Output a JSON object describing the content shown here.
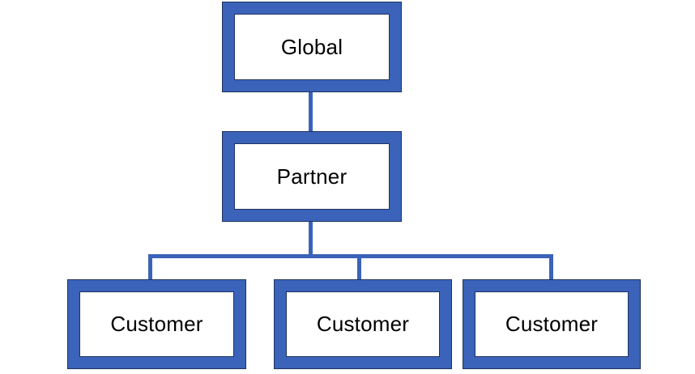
{
  "diagram": {
    "type": "hierarchy",
    "colors": {
      "node_fill": "#3a63b9",
      "node_outline": "#1f3360",
      "inner_fill": "#ffffff",
      "connector": "#3a63b9",
      "text": "#000000"
    },
    "nodes": [
      {
        "id": "global",
        "label": "Global",
        "level": 0
      },
      {
        "id": "partner",
        "label": "Partner",
        "level": 1,
        "parent": "global"
      },
      {
        "id": "customer-1",
        "label": "Customer",
        "level": 2,
        "parent": "partner"
      },
      {
        "id": "customer-2",
        "label": "Customer",
        "level": 2,
        "parent": "partner"
      },
      {
        "id": "customer-3",
        "label": "Customer",
        "level": 2,
        "parent": "partner"
      }
    ],
    "edges": [
      {
        "from": "global",
        "to": "partner"
      },
      {
        "from": "partner",
        "to": "customer-1"
      },
      {
        "from": "partner",
        "to": "customer-2"
      },
      {
        "from": "partner",
        "to": "customer-3"
      }
    ]
  }
}
